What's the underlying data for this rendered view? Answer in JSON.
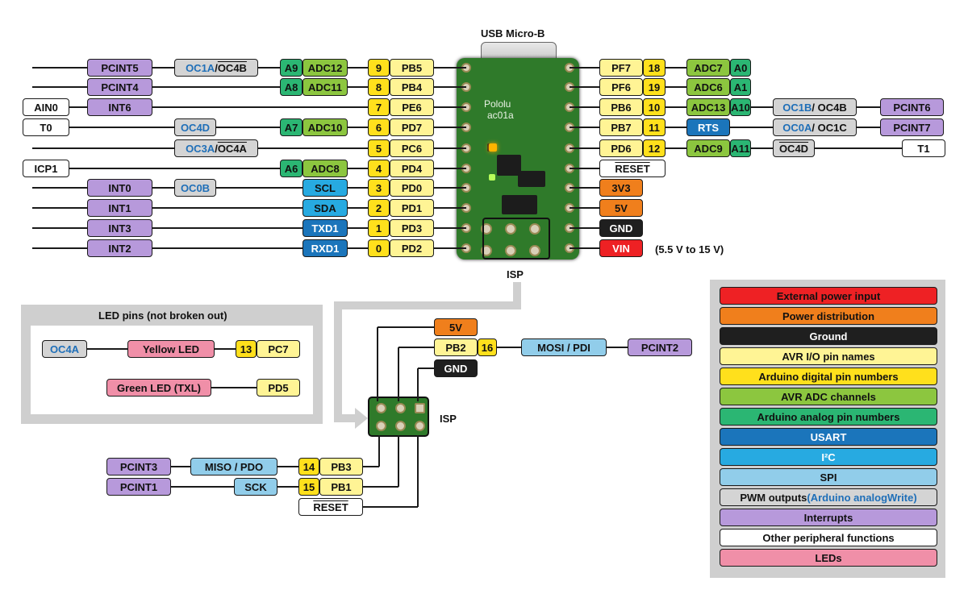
{
  "title": "USB Micro-B",
  "isp_label": "ISP",
  "isp_header_label": "ISP",
  "vin_note": "(5.5 V to 15 V)",
  "board_silk": [
    "Pololu",
    "ac01a"
  ],
  "led_pins_title": "LED pins (not broken out)",
  "colors": {
    "ext_power": "#ee2124",
    "power": "#f07f1c",
    "ground": "#1f1f1f",
    "io": "#fff495",
    "digital": "#ffe01c",
    "adc": "#8cc63f",
    "analog": "#2bb673",
    "usart": "#1b75bb",
    "i2c": "#27aae1",
    "spi": "#91cdea",
    "pwm": "#d4d4d4",
    "interrupt": "#b799db",
    "other": "#ffffff",
    "led": "#f08fa8"
  },
  "left_pins": [
    {
      "labels": [
        "PCINT5",
        "OC1A / OC4B",
        "A9",
        "ADC12",
        "9",
        "PB5"
      ]
    },
    {
      "labels": [
        "PCINT4",
        "A8",
        "ADC11",
        "8",
        "PB4"
      ]
    },
    {
      "labels": [
        "AIN0",
        "INT6",
        "7",
        "PE6"
      ]
    },
    {
      "labels": [
        "T0",
        "OC4D",
        "A7",
        "ADC10",
        "6",
        "PD7"
      ]
    },
    {
      "labels": [
        "OC3A / OC4A",
        "5",
        "PC6"
      ]
    },
    {
      "labels": [
        "ICP1",
        "A6",
        "ADC8",
        "4",
        "PD4"
      ]
    },
    {
      "labels": [
        "INT0",
        "OC0B",
        "SCL",
        "3",
        "PD0"
      ]
    },
    {
      "labels": [
        "INT1",
        "SDA",
        "2",
        "PD1"
      ]
    },
    {
      "labels": [
        "INT3",
        "TXD1",
        "1",
        "PD3"
      ]
    },
    {
      "labels": [
        "INT2",
        "RXD1",
        "0",
        "PD2"
      ]
    }
  ],
  "right_pins": [
    {
      "labels": [
        "PF7",
        "18",
        "ADC7",
        "A0"
      ]
    },
    {
      "labels": [
        "PF6",
        "19",
        "ADC6",
        "A1"
      ]
    },
    {
      "labels": [
        "PB6",
        "10",
        "ADC13",
        "A10",
        "OC1B / OC4B",
        "PCINT6"
      ]
    },
    {
      "labels": [
        "PB7",
        "11",
        "RTS",
        "OC0A / OC1C",
        "PCINT7"
      ]
    },
    {
      "labels": [
        "PD6",
        "12",
        "ADC9",
        "A11",
        "OC4D",
        "T1"
      ]
    },
    {
      "labels": [
        "RESET"
      ]
    },
    {
      "labels": [
        "3V3"
      ]
    },
    {
      "labels": [
        "5V"
      ]
    },
    {
      "labels": [
        "GND"
      ]
    },
    {
      "labels": [
        "VIN"
      ]
    }
  ],
  "isp_pins": {
    "top": [
      [
        "5V"
      ],
      [
        "PB2",
        "16",
        "MOSI / PDI",
        "PCINT2"
      ],
      [
        "GND"
      ]
    ],
    "bottom": [
      [
        "PCINT3",
        "MISO / PDO",
        "14",
        "PB3"
      ],
      [
        "PCINT1",
        "SCK",
        "15",
        "PB1"
      ],
      [
        "RESET"
      ]
    ]
  },
  "led_pins": [
    [
      "OC4A",
      "Yellow LED",
      "13",
      "PC7"
    ],
    [
      "Green LED (TXL)",
      "PD5"
    ]
  ],
  "legend": [
    {
      "label": "External power input",
      "color": "#ee2124",
      "dark": false
    },
    {
      "label": "Power distribution",
      "color": "#f07f1c",
      "dark": false
    },
    {
      "label": "Ground",
      "color": "#1f1f1f",
      "dark": true
    },
    {
      "label": "AVR I/O pin names",
      "color": "#fff495",
      "dark": false
    },
    {
      "label": "Arduino digital pin numbers",
      "color": "#ffe01c",
      "dark": false
    },
    {
      "label": "AVR ADC channels",
      "color": "#8cc63f",
      "dark": false
    },
    {
      "label": "Arduino analog pin numbers",
      "color": "#2bb673",
      "dark": false
    },
    {
      "label": "USART",
      "color": "#1b75bb",
      "dark": true
    },
    {
      "label": "I²C",
      "color": "#27aae1",
      "dark": true
    },
    {
      "label": "SPI",
      "color": "#91cdea",
      "dark": false
    },
    {
      "label": "PWM outputs",
      "label_extra": "(Arduino analogWrite)",
      "color": "#d4d4d4",
      "dark": false
    },
    {
      "label": "Interrupts",
      "color": "#b799db",
      "dark": false
    },
    {
      "label": "Other peripheral functions",
      "color": "#ffffff",
      "dark": false
    },
    {
      "label": "LEDs",
      "color": "#f08fa8",
      "dark": false
    }
  ]
}
